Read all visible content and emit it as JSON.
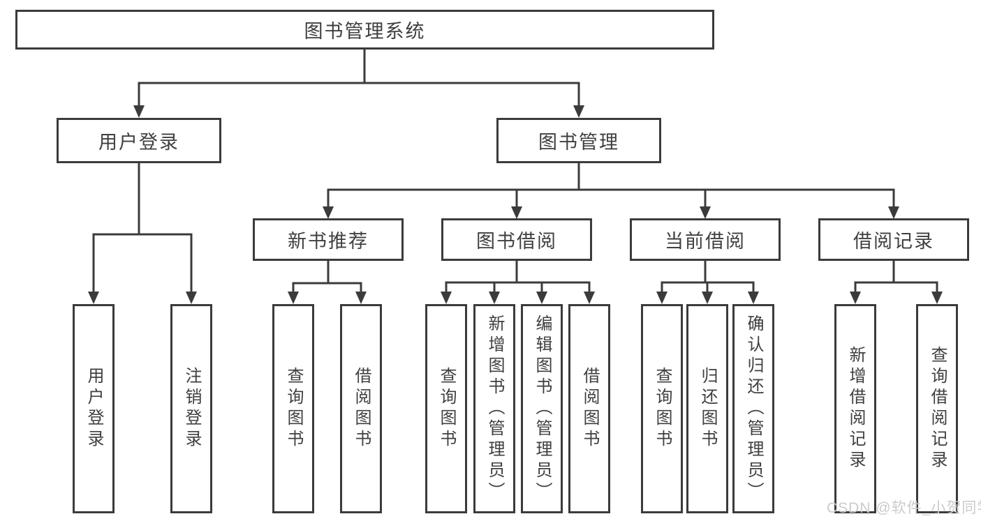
{
  "diagram": {
    "type": "hierarchy-functional-structure",
    "root": {
      "label": "图书管理系统",
      "children": [
        {
          "label": "用户登录",
          "children": [
            {
              "label": "用户登录"
            },
            {
              "label": "注销登录"
            }
          ]
        },
        {
          "label": "图书管理",
          "children": [
            {
              "label": "新书推荐",
              "children": [
                {
                  "label": "查询图书"
                },
                {
                  "label": "借阅图书"
                }
              ]
            },
            {
              "label": "图书借阅",
              "children": [
                {
                  "label": "查询图书"
                },
                {
                  "label": "新增图书（管理员）"
                },
                {
                  "label": "编辑图书（管理员）"
                },
                {
                  "label": "借阅图书"
                }
              ]
            },
            {
              "label": "当前借阅",
              "children": [
                {
                  "label": "查询图书"
                },
                {
                  "label": "归还图书"
                },
                {
                  "label": "确认归还（管理员）"
                }
              ]
            },
            {
              "label": "借阅记录",
              "children": [
                {
                  "label": "新增借阅记录"
                },
                {
                  "label": "查询借阅记录"
                }
              ]
            }
          ]
        }
      ]
    }
  },
  "colors": {
    "background": "#ffffff",
    "box_border": "#3b3b3b",
    "line": "#3b3b3b",
    "text": "#3f3f3f",
    "watermark": "#cbcbcb"
  },
  "watermark": {
    "text": "CSDN @软件_小贺同学"
  }
}
